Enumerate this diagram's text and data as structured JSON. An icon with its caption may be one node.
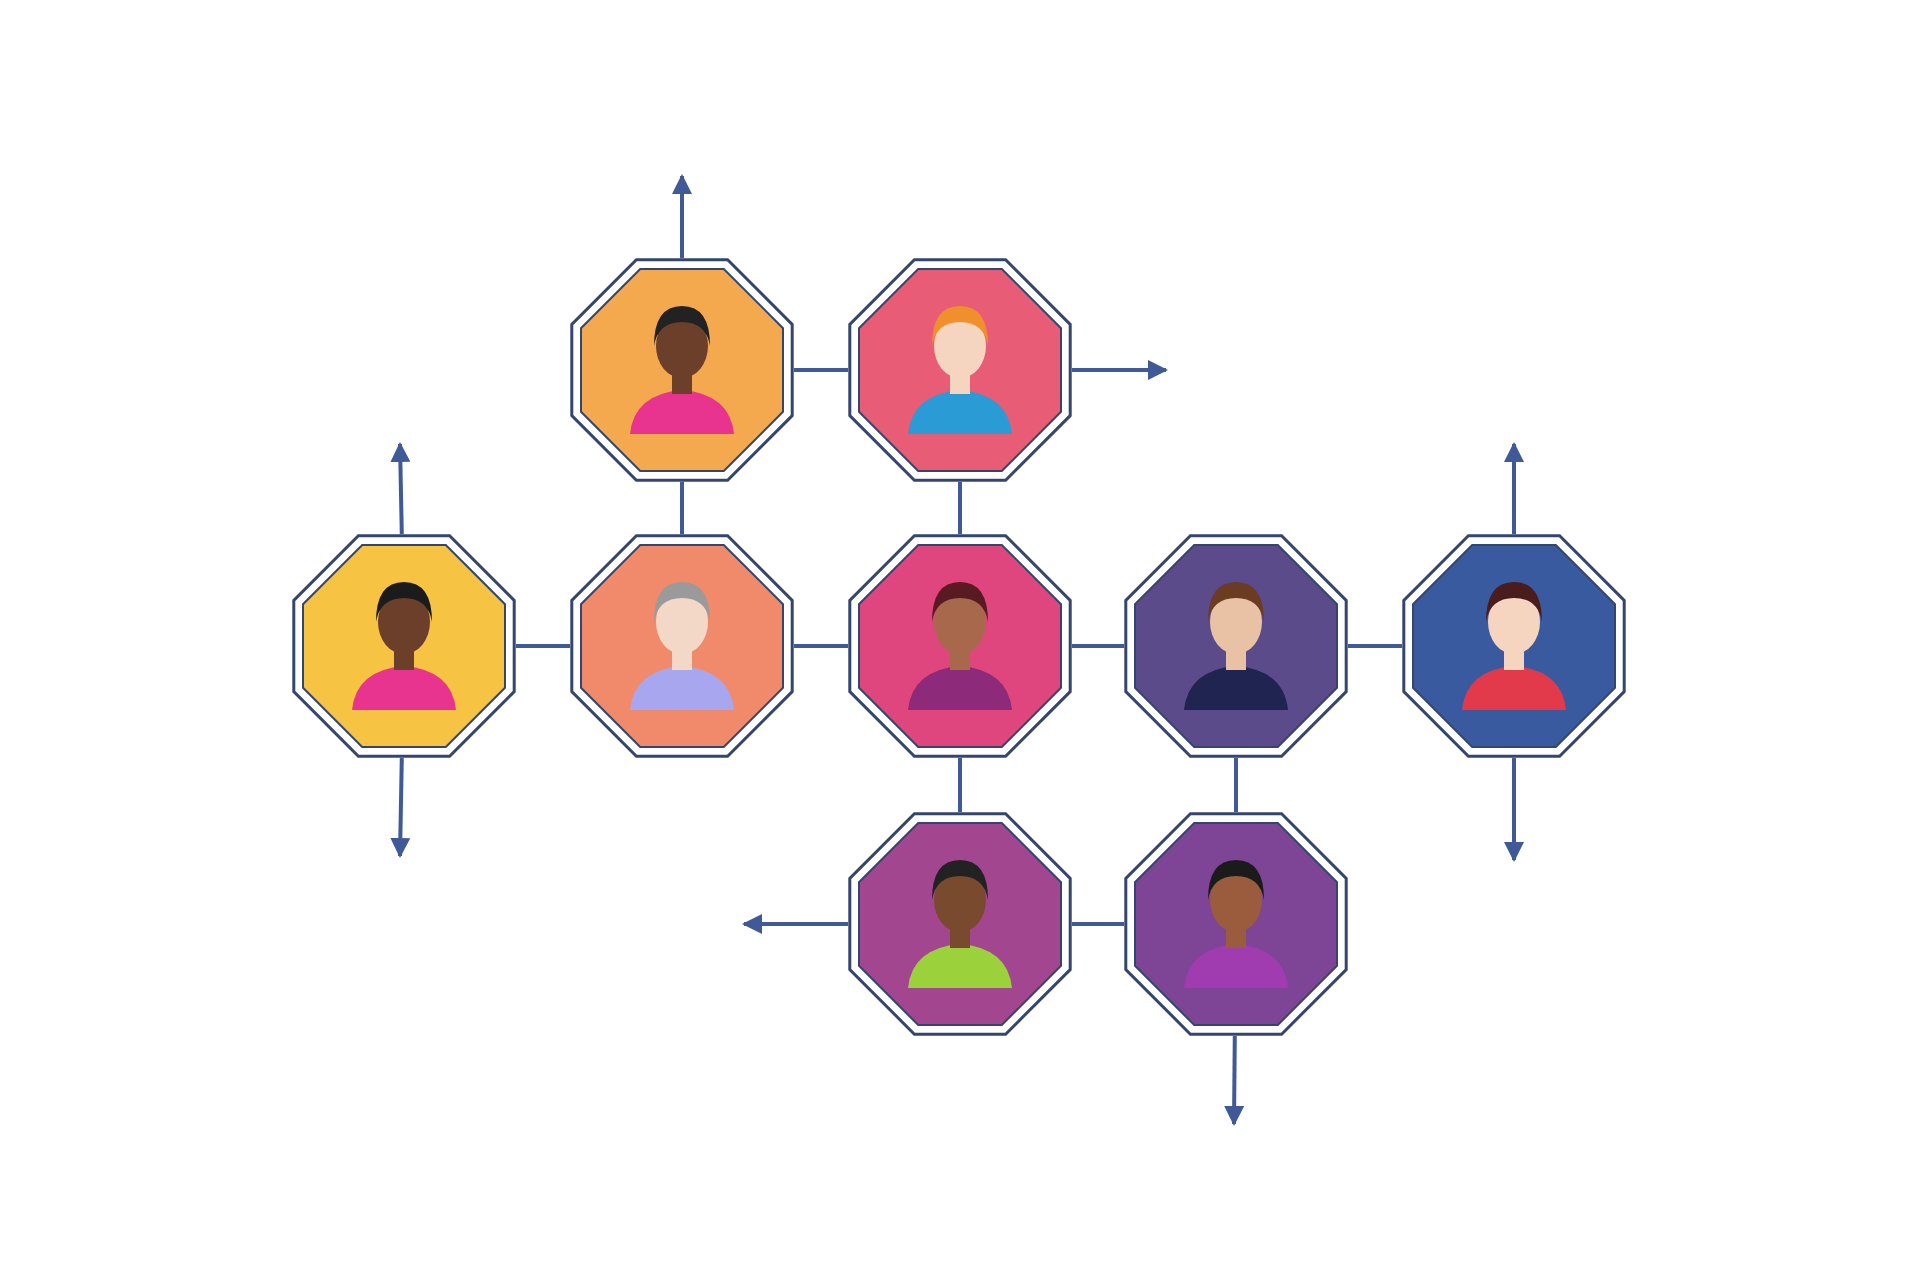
{
  "diagram": {
    "nodes": [
      {
        "text": [],
        "shape": "picture"
      },
      {
        "text": [],
        "shape": "picture"
      },
      {
        "text": [],
        "shape": "picture"
      },
      {
        "text": [],
        "shape": "picture"
      },
      {
        "text": [],
        "shape": "picture"
      },
      {
        "text": [],
        "shape": "picture"
      },
      {
        "text": [],
        "shape": "picture"
      },
      {
        "text": [],
        "shape": "picture"
      },
      {
        "text": [],
        "shape": "picture"
      }
    ],
    "edges": [
      {
        "from": 0,
        "to": 1,
        "arrow": "none"
      },
      {
        "from": 0,
        "to": 3,
        "arrow": "none"
      },
      {
        "from": 1,
        "to": 4,
        "arrow": "none"
      },
      {
        "from": 2,
        "to": 3,
        "arrow": "none"
      },
      {
        "from": 3,
        "to": 4,
        "arrow": "none"
      },
      {
        "from": 4,
        "to": 5,
        "arrow": "none"
      },
      {
        "from": 5,
        "to": 6,
        "arrow": "none"
      },
      {
        "from": 4,
        "to": 7,
        "arrow": "none"
      },
      {
        "from": 5,
        "to": 8,
        "arrow": "none"
      },
      {
        "from": 7,
        "to": 8,
        "arrow": "none"
      },
      {
        "from": 0,
        "to": null,
        "arrow": "to"
      },
      {
        "from": 1,
        "to": null,
        "arrow": "to"
      },
      {
        "from": 2,
        "to": null,
        "arrow": "to"
      },
      {
        "from": 2,
        "to": null,
        "arrow": "to"
      },
      {
        "from": 6,
        "to": null,
        "arrow": "to"
      },
      {
        "from": 6,
        "to": null,
        "arrow": "to"
      },
      {
        "from": 7,
        "to": null,
        "arrow": "to"
      },
      {
        "from": 8,
        "to": null,
        "arrow": "to"
      }
    ]
  }
}
